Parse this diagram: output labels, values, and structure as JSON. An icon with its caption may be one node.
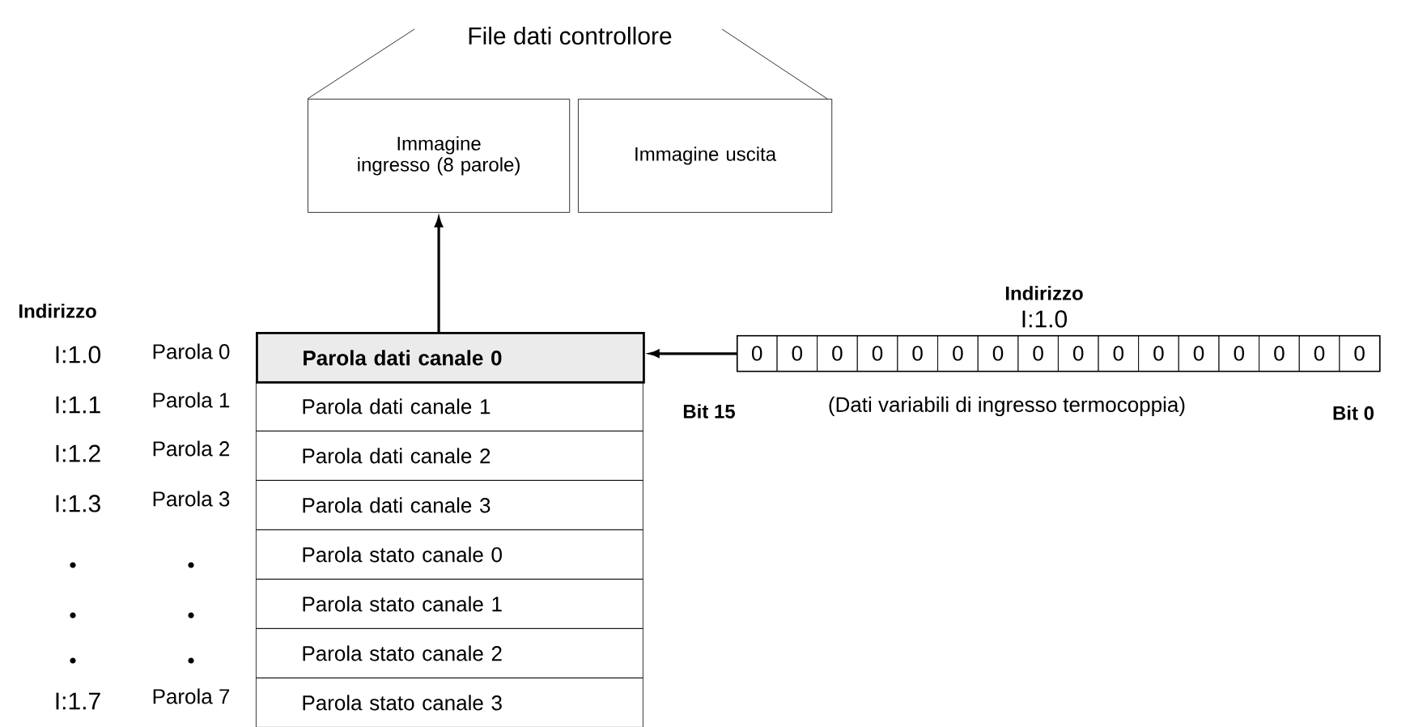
{
  "diagram": {
    "title": "File dati controllore",
    "nodes": [
      {
        "text": [
          "Immagine ingresso (8 parole)"
        ]
      },
      {
        "text": [
          "Immagine uscita"
        ]
      },
      {
        "text": [
          "Parola dati canale 0"
        ]
      },
      {
        "text": [
          "Parola dati canale 1"
        ]
      },
      {
        "text": [
          "Parola dati canale 2"
        ]
      },
      {
        "text": [
          "Parola dati canale 3"
        ]
      },
      {
        "text": [
          "Parola stato canale 0"
        ]
      },
      {
        "text": [
          "Parola stato canale 1"
        ]
      },
      {
        "text": [
          "Parola stato canale 2"
        ]
      },
      {
        "text": [
          "Parola stato canale 3"
        ]
      },
      {
        "text": [],
        "shape": "box"
      },
      {
        "text": [
          "0"
        ],
        "in": 10
      },
      {
        "text": [
          "0"
        ],
        "in": 10
      },
      {
        "text": [
          "0"
        ],
        "in": 10
      },
      {
        "text": [
          "0"
        ],
        "in": 10
      },
      {
        "text": [
          "0"
        ],
        "in": 10
      },
      {
        "text": [
          "0"
        ],
        "in": 10
      },
      {
        "text": [
          "0"
        ],
        "in": 10
      },
      {
        "text": [
          "0"
        ],
        "in": 10
      },
      {
        "text": [
          "0"
        ],
        "in": 10
      },
      {
        "text": [
          "0"
        ],
        "in": 10
      },
      {
        "text": [
          "0"
        ],
        "in": 10
      },
      {
        "text": [
          "0"
        ],
        "in": 10
      },
      {
        "text": [
          "0"
        ],
        "in": 10
      },
      {
        "text": [
          "0"
        ],
        "in": 10
      },
      {
        "text": [
          "0"
        ],
        "in": 10
      },
      {
        "text": [
          "0"
        ],
        "in": 10
      }
    ],
    "edges": [
      {
        "from": 2,
        "to": 0,
        "arrow": "to"
      },
      {
        "from": 10,
        "to": 2,
        "arrow": "to"
      }
    ],
    "labels": [
      "Indirizzo",
      "I:1.0",
      "Indirizzo",
      "I:1.0",
      "Parola 0",
      "I:1.1",
      "Parola 1",
      "I:1.2",
      "Parola 2",
      "I:1.3",
      "Parola 3",
      "I:1.7",
      "Parola 7",
      "Bit 15",
      "(Dati variabili di ingresso termocoppia)",
      "Bit 0"
    ]
  }
}
